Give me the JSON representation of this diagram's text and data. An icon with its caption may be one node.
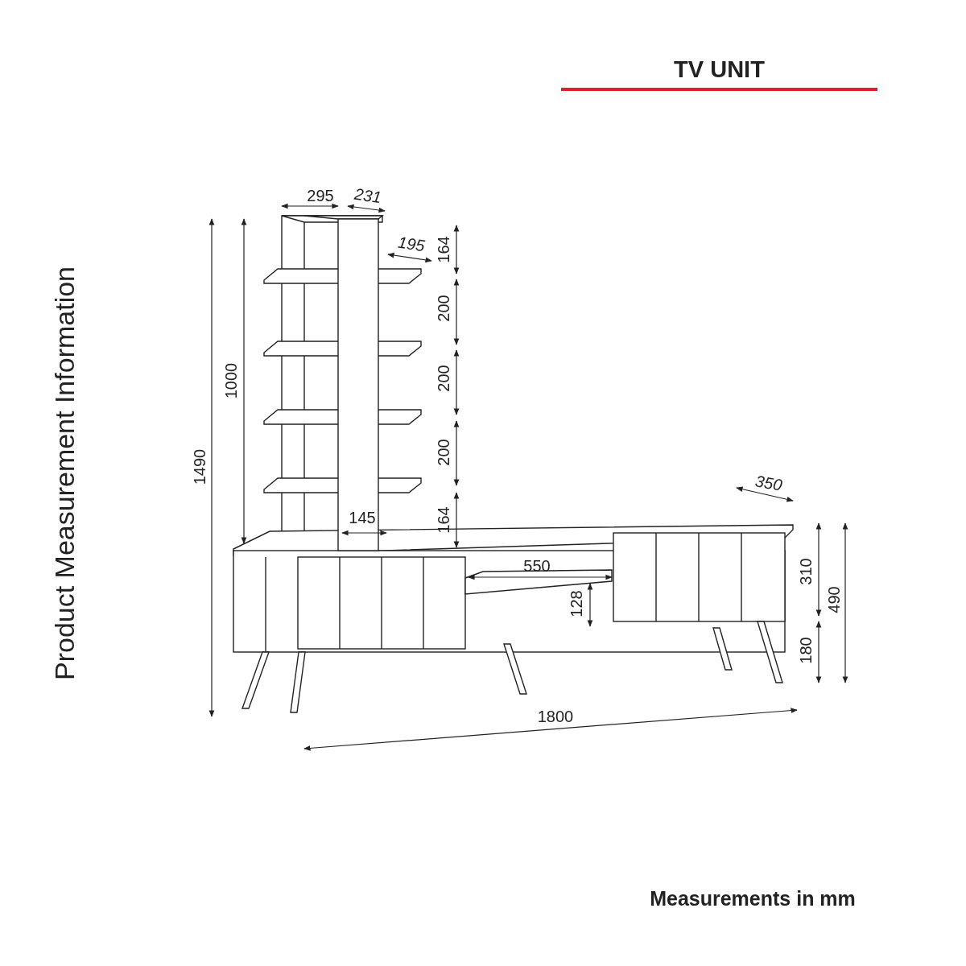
{
  "diagram": {
    "title": "TV UNIT",
    "labels": [
      "Product Measurement Information",
      "295",
      "231",
      "195",
      "164",
      "200",
      "200",
      "200",
      "1000",
      "1490",
      "164",
      "145",
      "350",
      "550",
      "310",
      "490",
      "128",
      "180",
      "1800",
      "Measurements in mm"
    ]
  }
}
